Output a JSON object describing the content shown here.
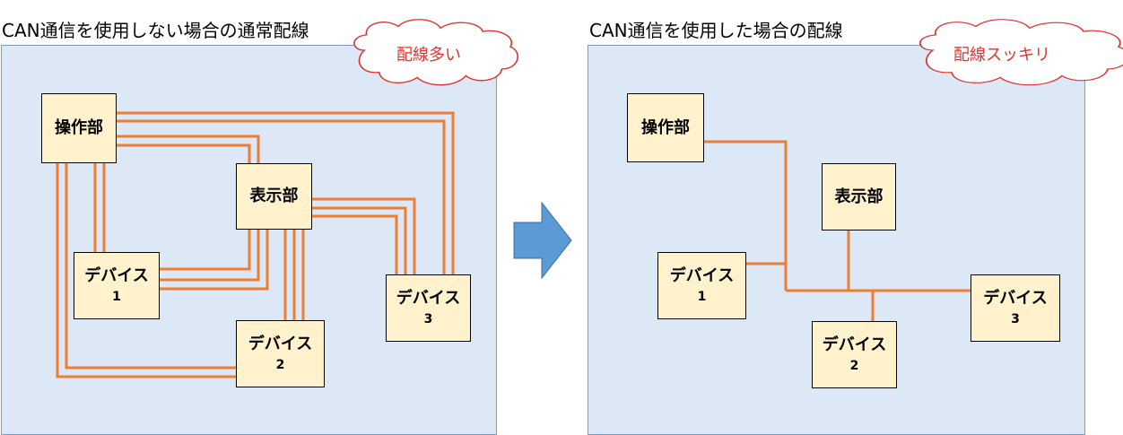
{
  "colors": {
    "panel_bg": "#dde8f6",
    "panel_border": "#7a9cc6",
    "node_bg": "#fff2cc",
    "wire": "#ed7d31",
    "arrow": "#5b9bd5",
    "cloud_text": "#e0332f"
  },
  "left": {
    "title": "CAN通信を使用しない場合の通常配線",
    "cloud": "配線多い",
    "nodes": {
      "control": {
        "label": "操作部"
      },
      "display": {
        "label": "表示部"
      },
      "device1": {
        "label": "デバイス",
        "num": "1"
      },
      "device2": {
        "label": "デバイス",
        "num": "2"
      },
      "device3": {
        "label": "デバイス",
        "num": "3"
      }
    }
  },
  "right": {
    "title": "CAN通信を使用した場合の配線",
    "cloud": "配線スッキリ",
    "nodes": {
      "control": {
        "label": "操作部"
      },
      "display": {
        "label": "表示部"
      },
      "device1": {
        "label": "デバイス",
        "num": "1"
      },
      "device2": {
        "label": "デバイス",
        "num": "2"
      },
      "device3": {
        "label": "デバイス",
        "num": "3"
      }
    }
  },
  "arrow_icon": "right-arrow-icon"
}
